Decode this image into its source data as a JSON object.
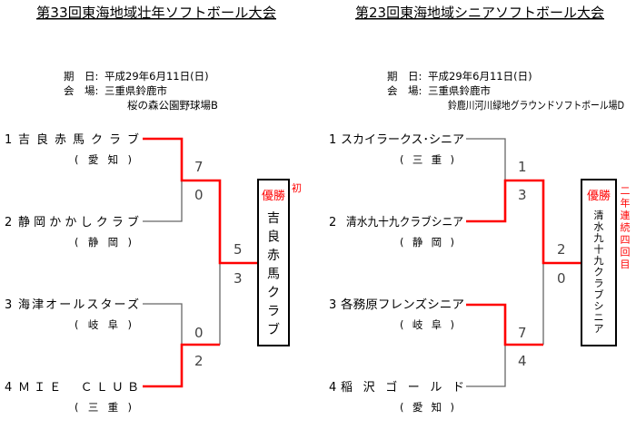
{
  "left": {
    "title": "第33回東海地域壮年ソフトボール大会",
    "date_label": "期　日:",
    "date": "平成29年6月11日(日)",
    "venue_label": "会　場:",
    "venue": "三重県鈴鹿市",
    "venue_detail": "桜の森公園野球場B",
    "teams": [
      {
        "seed": "1",
        "name": "吉良赤馬クラブ",
        "pref": "(　愛　知　)"
      },
      {
        "seed": "2",
        "name": "静岡かかしクラブ",
        "pref": "(　静　岡　)"
      },
      {
        "seed": "3",
        "name": "海津オールスターズ",
        "pref": "(　岐　阜　)"
      },
      {
        "seed": "4",
        "name": "ＭＩＥ　ＣＬＵＢ",
        "pref": "(　三　重　)"
      }
    ],
    "semi1_scores": [
      "7",
      "0"
    ],
    "semi2_scores": [
      "0",
      "2"
    ],
    "final_scores": [
      "5",
      "3"
    ],
    "champion_label": "優勝",
    "champion_chars": [
      "吉",
      "良",
      "赤",
      "馬",
      "ク",
      "ラ",
      "ブ"
    ],
    "champion_note": "初"
  },
  "right": {
    "title": "第23回東海地域シニアソフトボール大会",
    "date_label": "期　日:",
    "date": "平成29年6月11日(日)",
    "venue_label": "会　場:",
    "venue": "三重県鈴鹿市",
    "venue_detail": "鈴鹿川河川緑地グラウンドソフトボール場D",
    "teams": [
      {
        "seed": "1",
        "name": "スカイラークス･シニア",
        "pref": "(　三　重　)"
      },
      {
        "seed": "2",
        "name": "清水九十九クラブシニア",
        "pref": "(　静　岡　)"
      },
      {
        "seed": "3",
        "name": "各務原フレンズシニア",
        "pref": "(　岐　阜　)"
      },
      {
        "seed": "4",
        "name": "稲沢ゴールド",
        "pref": "(　愛　知　)"
      }
    ],
    "semi1_scores": [
      "1",
      "3"
    ],
    "semi2_scores": [
      "7",
      "4"
    ],
    "final_scores": [
      "2",
      "0"
    ],
    "champion_label": "優勝",
    "champion_chars": [
      "清",
      "水",
      "九",
      "十",
      "九",
      "ク",
      "ラ",
      "ブ",
      "シ",
      "ニ",
      "ア"
    ],
    "champion_note": [
      "二",
      "年",
      "連",
      "続",
      "四",
      "回",
      "目"
    ]
  },
  "colors": {
    "winner_line": "#ff0000",
    "line": "#666666"
  }
}
